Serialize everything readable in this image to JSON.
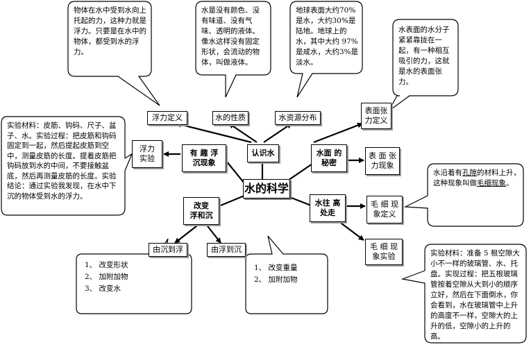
{
  "center": "水的科学",
  "main_topics": {
    "recognize_water": "认识水",
    "buoyancy_sinking": "有 趣 浮 沉现象",
    "surface_secret": "水面 的秘密",
    "water_rises": "水往 高处走",
    "change_float_sink": "改变 浮和沉"
  },
  "subtopics": {
    "buoyancy_def": "浮力定义",
    "water_nature": "水的性质",
    "water_distribution": "水资源分布",
    "surface_tension_def": "表面张 力定义",
    "buoyancy_experiment": "浮力 实验",
    "surface_tension_phenomenon": "表 面 张 力现象",
    "capillary_def": "毛 细 现 象定义",
    "capillary_experiment": "毛 细 现 象实验",
    "sink_to_float": "由沉到浮",
    "float_to_sink": "由浮到沉"
  },
  "callouts": {
    "buoyancy_def": "物体在水中受到水向上托起的力，这种力就是浮力。只要是在水中的物体，都受到水的浮力。",
    "water_nature": "水是没有颜色、没有味道、没有气味、透明的液体。像水这样没有固定形状，会流动的物体，叫做液体。",
    "water_distribution": "地球表面大约70%是水，大约30%是陆地。地球上的水，其中大约 97%是咸水，大约3%是淡水。",
    "surface_tension": "水表面的水分子紧紧靠拢在一起，有一种相互吸引的力，这就是水的表面张力。",
    "buoyancy_experiment": "实验材料：皮筋、钩码、尺子、盆子、水。实验过程：把皮筋和钩码固定到一起，然后提起皮筋到空中，测量皮筋的长度。提着皮筋把钩码放到水的中间，不要接触盆底，然后再测量皮筋的长度。实验结论：通过实验我发现，在水中下沉的物体受到水的浮力。",
    "capillary_def_pre": "水沿着有",
    "capillary_def_u1": "孔隙",
    "capillary_def_mid": "的材料上升，这种现象叫做",
    "capillary_def_u2": "毛细现象",
    "capillary_def_post": "。",
    "capillary_experiment": "实验材料：准备 5 根空隙大小不一样的玻璃管、水、托盘。实现过程：把五根玻璃管按着空隙从大到小的顺序立好，然后在下面倒水，你会看到，水在玻璃管中上升的高度不一样，空隙大的上升的低，空隙小的上升的高。"
  },
  "lists": {
    "sink_to_float": [
      "1、 改变形状",
      "2、 加附加物",
      "3、 改变水"
    ],
    "float_to_sink": [
      "1、 改变重量",
      "2、 加附加物"
    ]
  }
}
